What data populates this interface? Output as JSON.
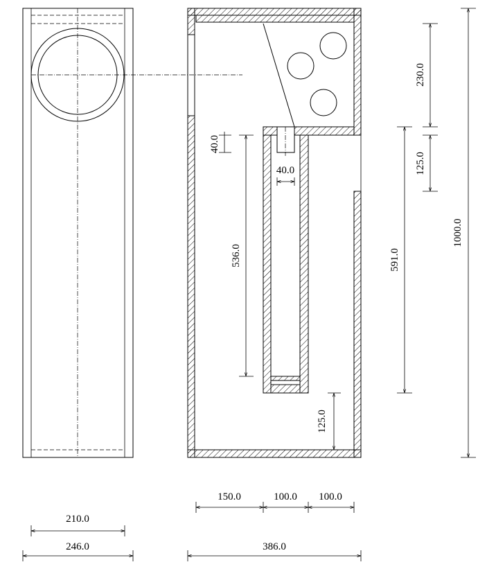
{
  "dimensions": {
    "front_inner_width": "210.0",
    "front_outer_width": "246.0",
    "side_seg_a": "150.0",
    "side_seg_b": "100.0",
    "side_seg_c": "100.0",
    "side_width": "386.0",
    "top_chamber_height": "230.0",
    "port_gap_top": "125.0",
    "port_length": "591.0",
    "total_height": "1000.0",
    "slot_offset": "40.0",
    "slot_width": "40.0",
    "inner_tube_length": "536.0",
    "bottom_gap": "125.0"
  }
}
